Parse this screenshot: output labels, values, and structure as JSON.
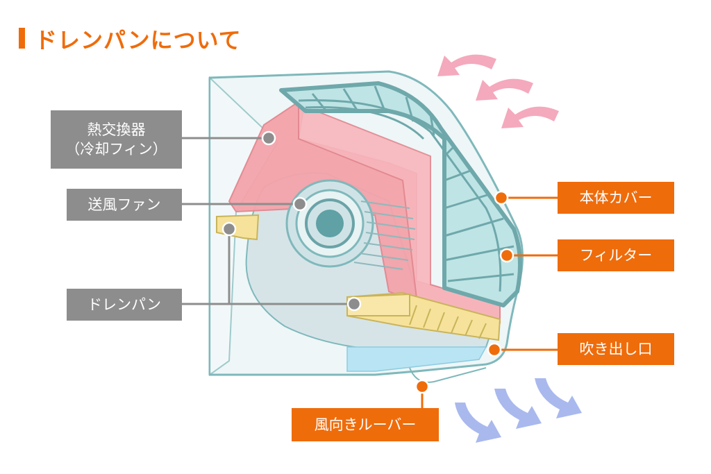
{
  "title": "ドレンパンについて",
  "labels_left": {
    "heat_exchanger_line1": "熱交換器",
    "heat_exchanger_line2": "（冷却フィン）",
    "fan": "送風ファン",
    "drain_pan": "ドレンパン"
  },
  "labels_right": {
    "body_cover": "本体カバー",
    "filter": "フィルター",
    "outlet": "吹き出し口",
    "louver": "風向きルーバー"
  },
  "colors": {
    "accent": "#ef6c0b",
    "label_gray": "#8d8d8d",
    "outline_teal": "#7fb8bb",
    "heat_exchanger_pink": "#f4a3aa",
    "drain_pan_yellow": "#f6e29a",
    "filter_teal": "#a8d6d8",
    "intake_arrow_pink": "#f4a9bd",
    "outflow_arrow_blue": "#a9b9ee"
  }
}
